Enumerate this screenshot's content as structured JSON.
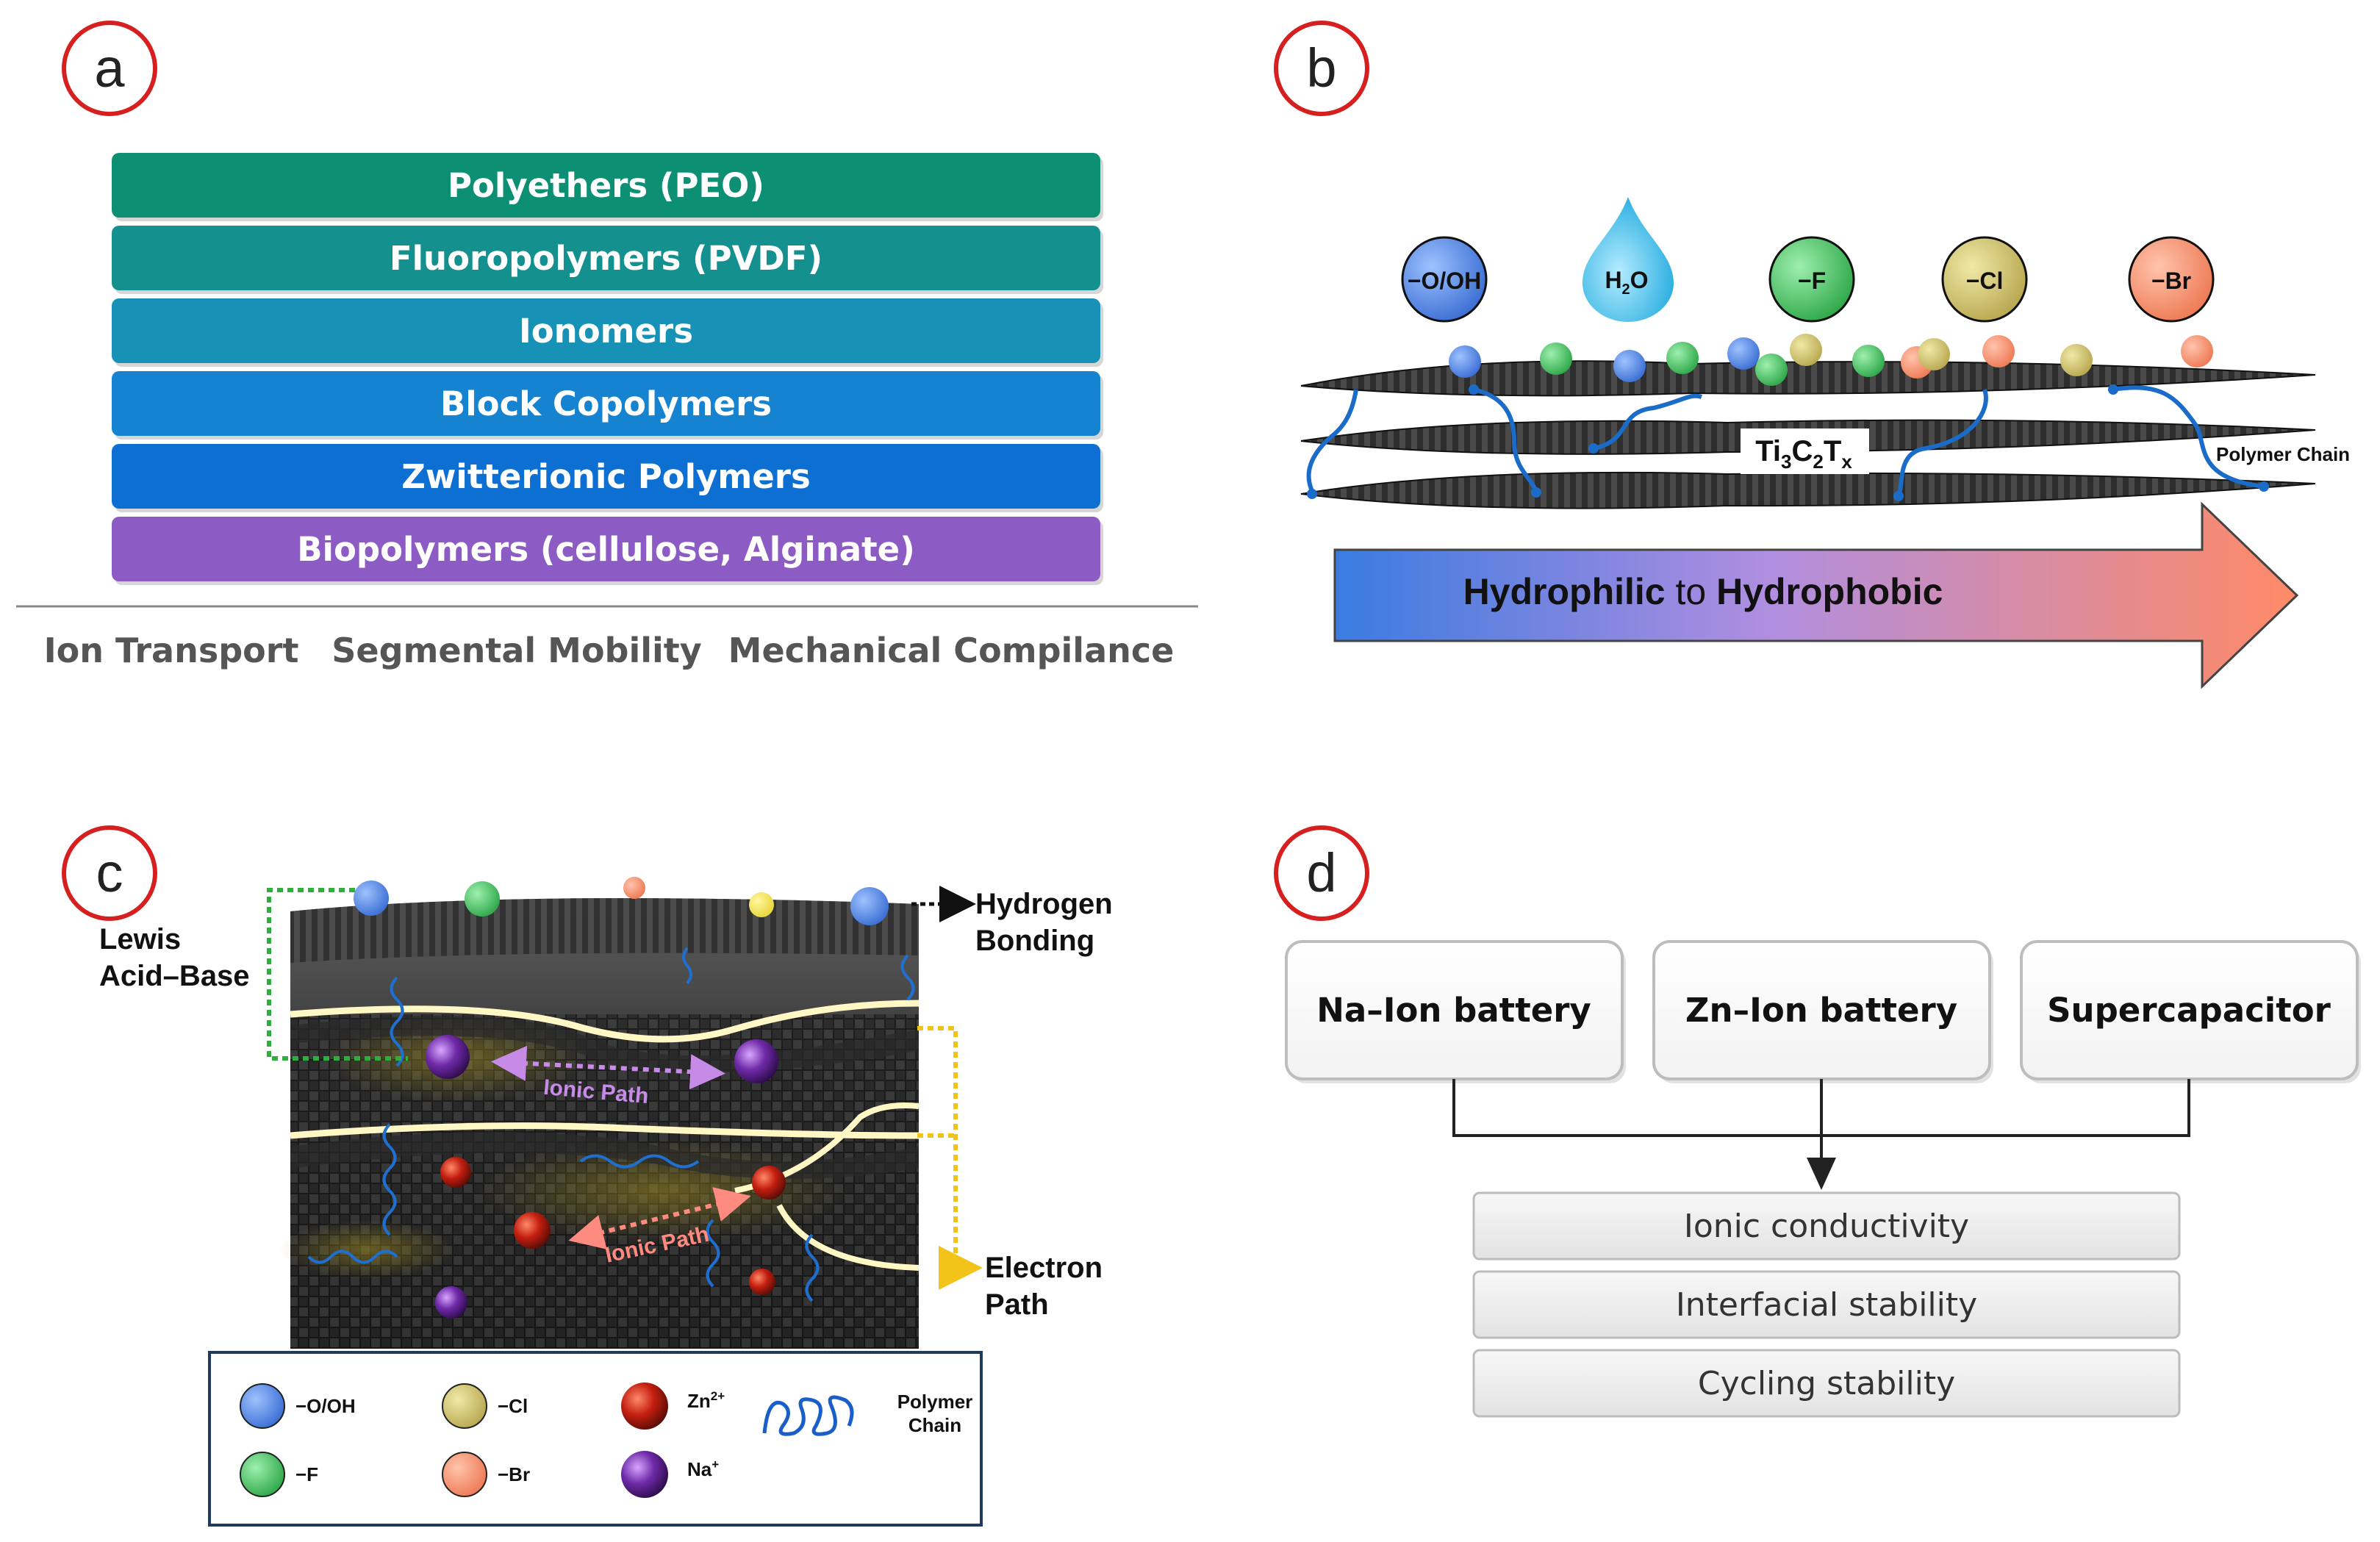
{
  "panel_labels": [
    "a",
    "b",
    "c",
    "d"
  ],
  "panel_a": {
    "bars": [
      {
        "label": "Polyethers (PEO)",
        "color": "#0d8f74"
      },
      {
        "label": "Fluoropolymers (PVDF)",
        "color": "#14918e"
      },
      {
        "label": "Ionomers",
        "color": "#1791b6"
      },
      {
        "label": "Block Copolymers",
        "color": "#1683d0"
      },
      {
        "label": "Zwitterionic Polymers",
        "color": "#0d6fd2"
      },
      {
        "label": "Biopolymers (cellulose, Alginate)",
        "color": "#8c5cc4"
      }
    ],
    "axis_labels": [
      "Ion Transport",
      "Segmental Mobility",
      "Mechanical Compilance"
    ]
  },
  "panel_b": {
    "groups": [
      {
        "label": "−O/OH",
        "color": "#3f74d6"
      },
      {
        "label": "H2O",
        "color": "#21b3e6"
      },
      {
        "label": "−F",
        "color": "#3fbf5a"
      },
      {
        "label": "−Cl",
        "color": "#c7bb64"
      },
      {
        "label": "−Br",
        "color": "#f28a64"
      }
    ],
    "h2o_main": "H",
    "h2o_sub": "2",
    "h2o_tail": "O",
    "formula": {
      "ti": "Ti",
      "s1": "3",
      "c": "C",
      "s2": "2",
      "t": "T",
      "s3": "x"
    },
    "polymer_chain_label": "Polymer Chain",
    "arrow": {
      "part1": "Hydrophilic",
      "part2": " to ",
      "part3": "Hydrophobic",
      "color_start": "#3a7be0",
      "color_mid": "#b08ee0",
      "color_end": "#ff8a66"
    }
  },
  "panel_c": {
    "lewis_line1": "Lewis",
    "lewis_line2": "Acid–Base",
    "hydrogen_line1": "Hydrogen",
    "hydrogen_line2": "Bonding",
    "electron_line1": "Electron",
    "electron_line2": "Path",
    "ionic_path_1": "Ionic Path",
    "ionic_path_2": "Ionic Path",
    "legend": {
      "oh": "−O/OH",
      "f": "−F",
      "cl": "−Cl",
      "br": "−Br",
      "zn_main": "Zn",
      "zn_sup": "2+",
      "na_main": "Na",
      "na_sup": "+",
      "polymer_line1": "Polymer",
      "polymer_line2": "Chain"
    }
  },
  "panel_d": {
    "devices": [
      "Na–Ion battery",
      "Zn–Ion battery",
      "Supercapacitor"
    ],
    "properties": [
      "Ionic conductivity",
      "Interfacial stability",
      "Cycling stability"
    ]
  }
}
